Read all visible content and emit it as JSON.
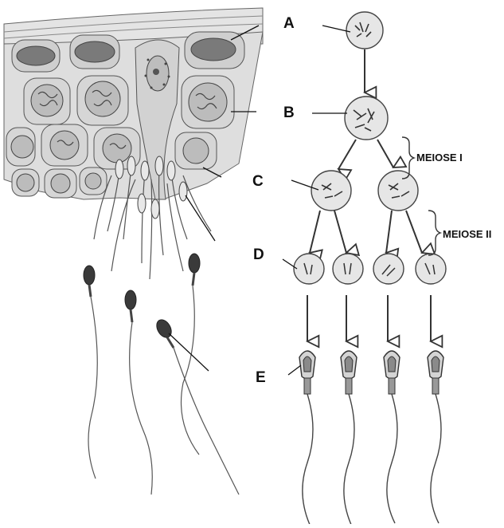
{
  "labels": {
    "a": "A",
    "b": "B",
    "c": "C",
    "d": "D",
    "e": "E",
    "meiose1": "MEIOSE I",
    "meiose2": "MEIOSE II"
  },
  "colors": {
    "stroke": "#4a4a4a",
    "cell_fill": "#e8e8e8",
    "tissue_fill": "#dcdcdc",
    "nucleus_fill": "#8a8a8a",
    "sperm_head": "#3a3a3a"
  },
  "icons": {
    "seminiferous_tubule": "tissue-illustration",
    "cell": "circle-with-chromosomes",
    "sperm": "spermatozoon",
    "arrow": "down-arrow"
  }
}
